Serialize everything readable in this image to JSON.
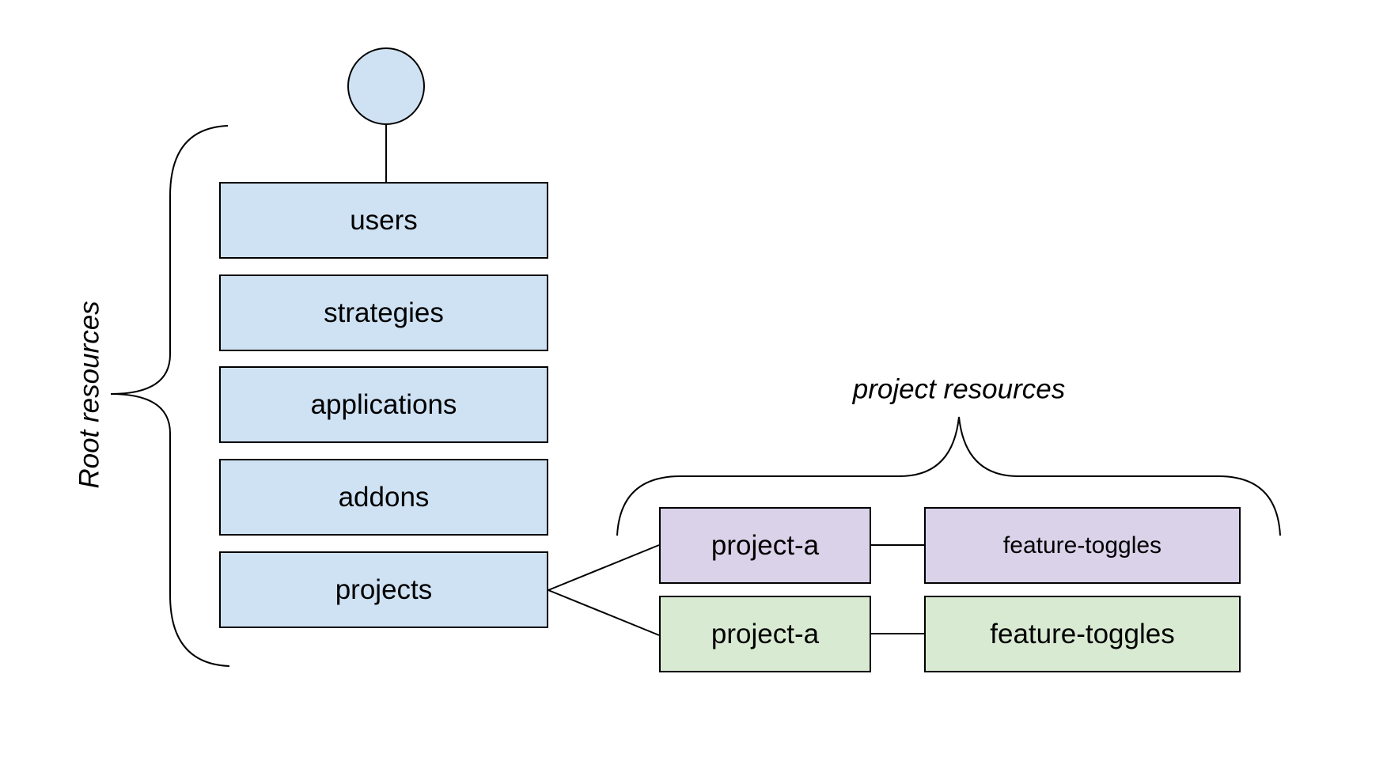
{
  "colors": {
    "background": "#ffffff",
    "stroke": "#000000",
    "root_fill": "#cfe2f3",
    "project_row_purple_fill": "#d9d2e9",
    "project_row_green_fill": "#d9ead3"
  },
  "root_group": {
    "brace_label": "Root resources",
    "nodes": [
      "users",
      "strategies",
      "applications",
      "addons",
      "projects"
    ]
  },
  "project_group": {
    "brace_label": "project resources",
    "rows": [
      {
        "project": "project-a",
        "resource": "feature-toggles"
      },
      {
        "project": "project-a",
        "resource": "feature-toggles"
      }
    ]
  }
}
